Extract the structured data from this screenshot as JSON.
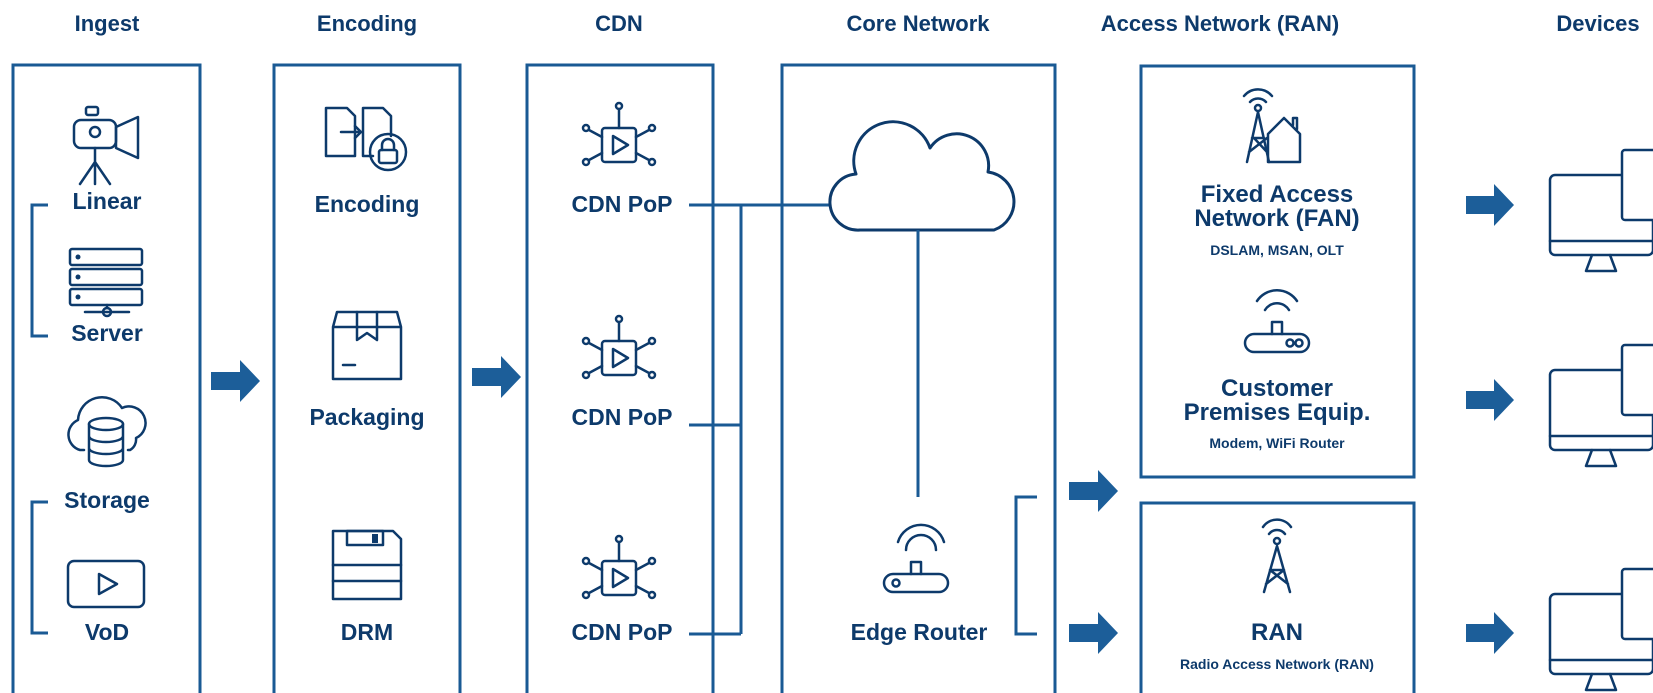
{
  "columns": {
    "ingest": "Ingest",
    "encoding": "Encoding",
    "cdn": "CDN",
    "core": "Core Network",
    "access": "Access Network (RAN)",
    "devices": "Devices"
  },
  "ingest": {
    "linear": "Linear",
    "server": "Server",
    "storage": "Storage",
    "vod": "VoD"
  },
  "encoding": {
    "encoding": "Encoding",
    "packaging": "Packaging",
    "drm": "DRM"
  },
  "cdn": {
    "pop1": "CDN PoP",
    "pop2": "CDN PoP",
    "pop3": "CDN PoP"
  },
  "core": {
    "edge_router": "Edge Router"
  },
  "access": {
    "fan_title_1": "Fixed Access",
    "fan_title_2": "Network (FAN)",
    "fan_sub": "DSLAM, MSAN, OLT",
    "cpe_title_1": "Customer",
    "cpe_title_2": "Premises Equip.",
    "cpe_sub": "Modem, WiFi Router",
    "ran_title": "RAN",
    "ran_sub": "Radio Access Network (RAN)"
  },
  "icons": [
    "camera-icon",
    "server-icon",
    "cloud-database-icon",
    "play-icon",
    "file-lock-icon",
    "box-icon",
    "floppy-icon",
    "cdn-node-icon",
    "cloud-icon",
    "router-icon",
    "tower-house-icon",
    "antenna-tower-icon",
    "monitor-icon"
  ],
  "colors": {
    "primary": "#0d3a6b",
    "line": "#1a5a94",
    "arrow": "#1c5e99",
    "background": "#ffffff"
  }
}
